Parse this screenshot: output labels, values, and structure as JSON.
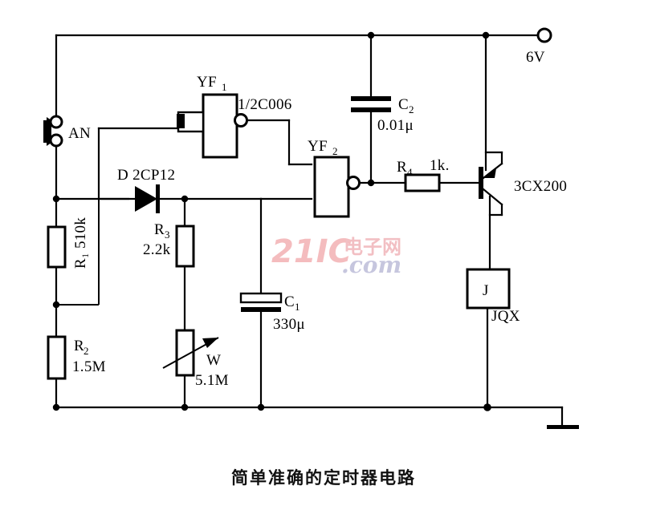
{
  "diagram": {
    "title_caption": "简单准确的定时器电路",
    "supply_label": "6V",
    "watermark": {
      "brand": "21IC",
      "cn": "电子网",
      "domain": ".com"
    }
  },
  "components": {
    "switch_an": {
      "ref": "AN",
      "name": "push-button-switch"
    },
    "diode_d": {
      "ref": "D",
      "type": "2CP12",
      "label": "D 2CP12"
    },
    "gate_yf1": {
      "ref": "YF",
      "sub": "1",
      "part": "1/2C006",
      "label": "YF"
    },
    "gate_yf2": {
      "ref": "YF",
      "sub": "2",
      "label": "YF"
    },
    "transistor_q": {
      "ref": "3CX200",
      "label": "3CX200"
    },
    "relay_j": {
      "ref": "J",
      "type": "JQX",
      "label": "J",
      "type_label": "JQX"
    },
    "r1": {
      "ref": "R",
      "sub": "1",
      "value": "510k",
      "combined": "R₁ 510k"
    },
    "r2": {
      "ref": "R",
      "sub": "2",
      "value": "1.5M"
    },
    "r3": {
      "ref": "R",
      "sub": "3",
      "value": "2.2k"
    },
    "r4": {
      "ref": "R",
      "sub": "4",
      "value": "1k."
    },
    "w": {
      "ref": "W",
      "value": "5.1M"
    },
    "c1": {
      "ref": "C",
      "sub": "1",
      "value": "330μ"
    },
    "c2": {
      "ref": "C",
      "sub": "2",
      "value": "0.01μ"
    }
  },
  "labels": {
    "yf1_name": "YF",
    "yf1_sub": "1",
    "yf1_part": "1/2C006",
    "yf2_name": "YF",
    "yf2_sub": "2",
    "an": "AN",
    "d": "D  2CP12",
    "r1": "R₁ 510k",
    "r2_ref": "R",
    "r2_sub": "2",
    "r2_val": "1.5M",
    "r3_ref": "R",
    "r3_sub": "3",
    "r3_val": "2.2k",
    "r4_ref": "R",
    "r4_sub": "4",
    "r4_val": "1k.",
    "w_ref": "W",
    "w_val": "5.1M",
    "c1_ref": "C",
    "c1_sub": "1",
    "c1_val": "330μ",
    "c2_ref": "C",
    "c2_sub": "2",
    "c2_val": "0.01μ",
    "q_part": "3CX200",
    "relay_ref": "J",
    "relay_type": "JQX",
    "supply": "6V"
  }
}
